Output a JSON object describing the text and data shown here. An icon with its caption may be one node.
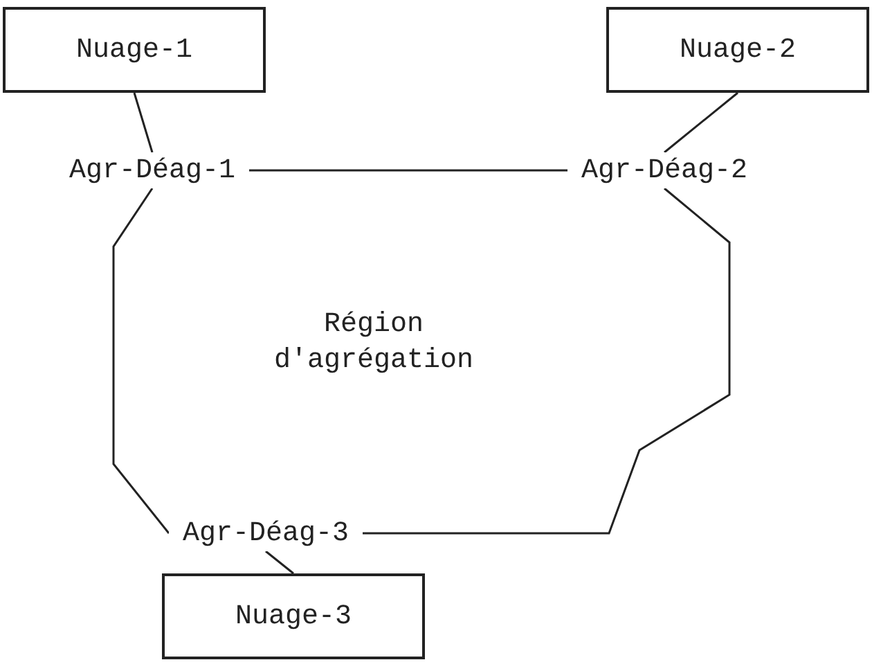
{
  "diagram": {
    "nodes": [
      {
        "text": [
          "Nuage-1"
        ]
      },
      {
        "text": [
          "Nuage-2"
        ]
      },
      {
        "text": [
          "Agr-Déag-1"
        ]
      },
      {
        "text": [
          "Agr-Déag-2"
        ]
      },
      {
        "text": [
          "Agr-Déag-3"
        ]
      },
      {
        "text": [
          "Nuage-3"
        ]
      }
    ],
    "edges": [
      {
        "from": 0,
        "to": 2,
        "arrow": "none"
      },
      {
        "from": 1,
        "to": 3,
        "arrow": "none"
      },
      {
        "from": 2,
        "to": 3,
        "arrow": "none"
      },
      {
        "from": 2,
        "to": 4,
        "arrow": "none"
      },
      {
        "from": 3,
        "to": 4,
        "arrow": "none"
      },
      {
        "from": 4,
        "to": 5,
        "arrow": "none"
      }
    ],
    "labels": [
      "Région d'agrégation"
    ]
  }
}
